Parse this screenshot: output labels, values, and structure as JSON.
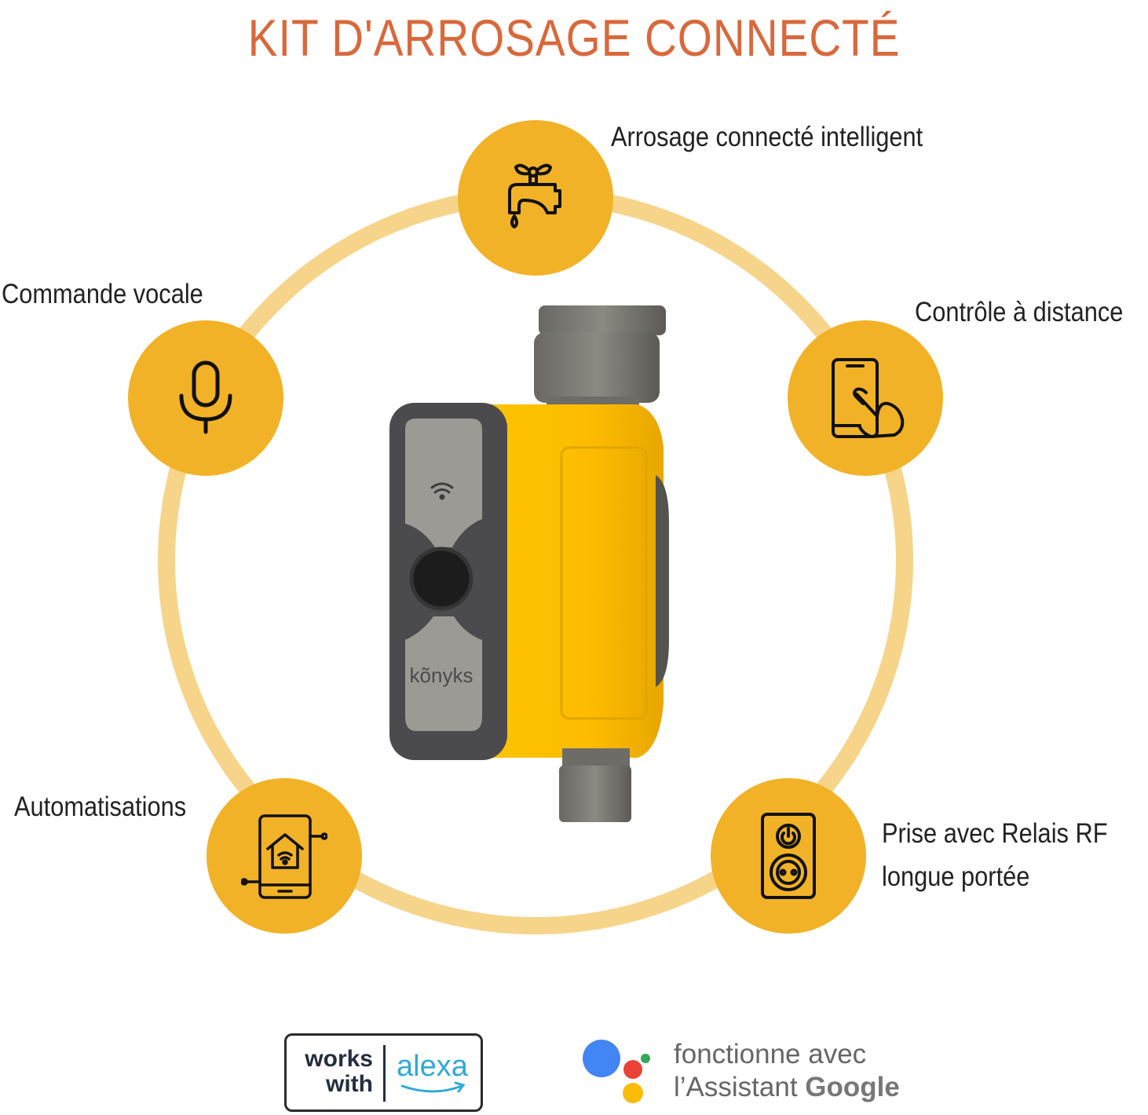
{
  "title": "KIT D'ARROSAGE CONNECTÉ",
  "features": [
    {
      "label": "Arrosage connecté intelligent",
      "icon": "faucet-icon"
    },
    {
      "label": "Commande vocale",
      "icon": "microphone-icon"
    },
    {
      "label": "Contrôle à distance",
      "icon": "phone-touch-icon"
    },
    {
      "label": "Automatisations",
      "icon": "smart-home-phone-icon"
    },
    {
      "label_line1": "Prise avec Relais RF",
      "label_line2": "longue portée",
      "icon": "smart-plug-icon"
    }
  ],
  "device": {
    "brand": "kõnyks"
  },
  "badges": {
    "alexa": {
      "works": "works",
      "with": "with",
      "brand": "alexa"
    },
    "google": {
      "line1": "fonctionne avec",
      "line2_prefix": "l’Assistant ",
      "line2_brand": "Google"
    }
  },
  "colors": {
    "accent": "#f2b227",
    "ring": "#f6d48a",
    "title": "#d8693c",
    "device_yellow": "#fdc100",
    "device_grey": "#4b4b4d"
  }
}
